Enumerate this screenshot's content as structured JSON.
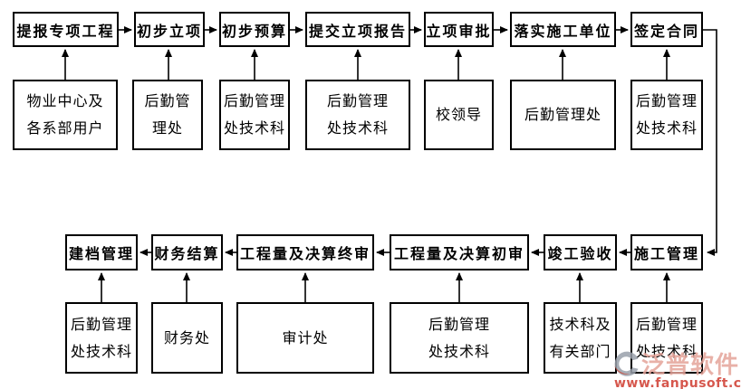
{
  "diagram": {
    "top_row": {
      "direction": "left-to-right",
      "steps": [
        {
          "label": "提报专项工程",
          "dept": "物业中心及\n各系部用户"
        },
        {
          "label": "初步立项",
          "dept": "后勤管\n理处"
        },
        {
          "label": "初步预算",
          "dept": "后勤管理\n处技术科"
        },
        {
          "label": "提交立项报告",
          "dept": "后勤管理\n处技术科"
        },
        {
          "label": "立项审批",
          "dept": "校领导"
        },
        {
          "label": "落实施工单位",
          "dept": "后勤管理处"
        },
        {
          "label": "签定合同",
          "dept": "后勤管理\n处技术科"
        }
      ]
    },
    "bottom_row": {
      "direction": "right-to-left",
      "steps": [
        {
          "label": "建档管理",
          "dept": "后勤管理\n处技术科"
        },
        {
          "label": "财务结算",
          "dept": "财务处"
        },
        {
          "label": "工程量及决算终审",
          "dept": "审计处"
        },
        {
          "label": "工程量及决算初审",
          "dept": "后勤管理\n处技术科"
        },
        {
          "label": "竣工验收",
          "dept": "技术科及\n有关部门"
        },
        {
          "label": "施工管理",
          "dept": "后勤管理\n处技术科"
        }
      ]
    },
    "line_color": "#000000"
  },
  "watermark": {
    "brand": "泛普软件",
    "url": "www.fanpusoft.com",
    "brand_color": "#e5a49a",
    "url_color": "#cf3a2e",
    "logo_gray": "#9aa0ab",
    "logo_red": "#bf3a2b"
  }
}
